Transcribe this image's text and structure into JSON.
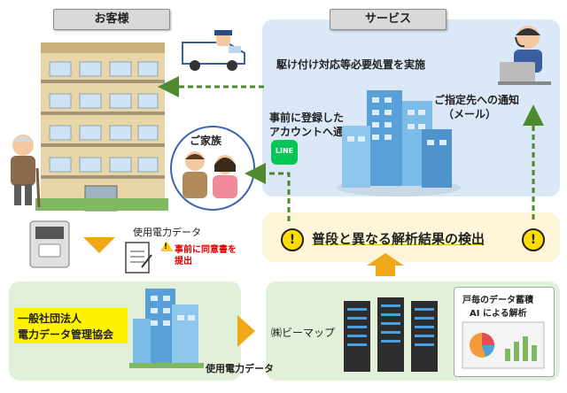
{
  "header": {
    "customer_tab": "お客様",
    "service_tab": "サービス"
  },
  "service": {
    "rush_action": "駆け付け対応等必要処置を実施",
    "notify_registered_line1": "事前に登録した",
    "notify_registered_line2": "アカウントへ通知",
    "notify_email_line1": "ご指定先への通知",
    "notify_email_line2": "（メール）",
    "line_logo": "LINE"
  },
  "family": {
    "label": "ご家族"
  },
  "detection": {
    "label": "普段と異なる解析結果の検出",
    "alert_symbol": "!"
  },
  "usage": {
    "label": "使用電力データ",
    "consent_line1": "事前に同意書を",
    "consent_line2": "提出",
    "warning_symbol": "!"
  },
  "association": {
    "name_line1": "一般社団法人",
    "name_line2": "電力データ管理協会",
    "usage_label": "使用電力データ"
  },
  "bmap": {
    "name": "㈱ビーマップ",
    "analysis_line1": "戸毎のデータ蓄積",
    "analysis_line2": "AI による解析"
  },
  "colors": {
    "panel_blue": "#dbe8f7",
    "panel_green": "#e3f0d9",
    "arrow_orange": "#f0a818",
    "arrow_green": "#4e8a30",
    "highlight_yellow": "#fff200",
    "line_green": "#06c755",
    "alert_yellow": "#ffdd00"
  }
}
